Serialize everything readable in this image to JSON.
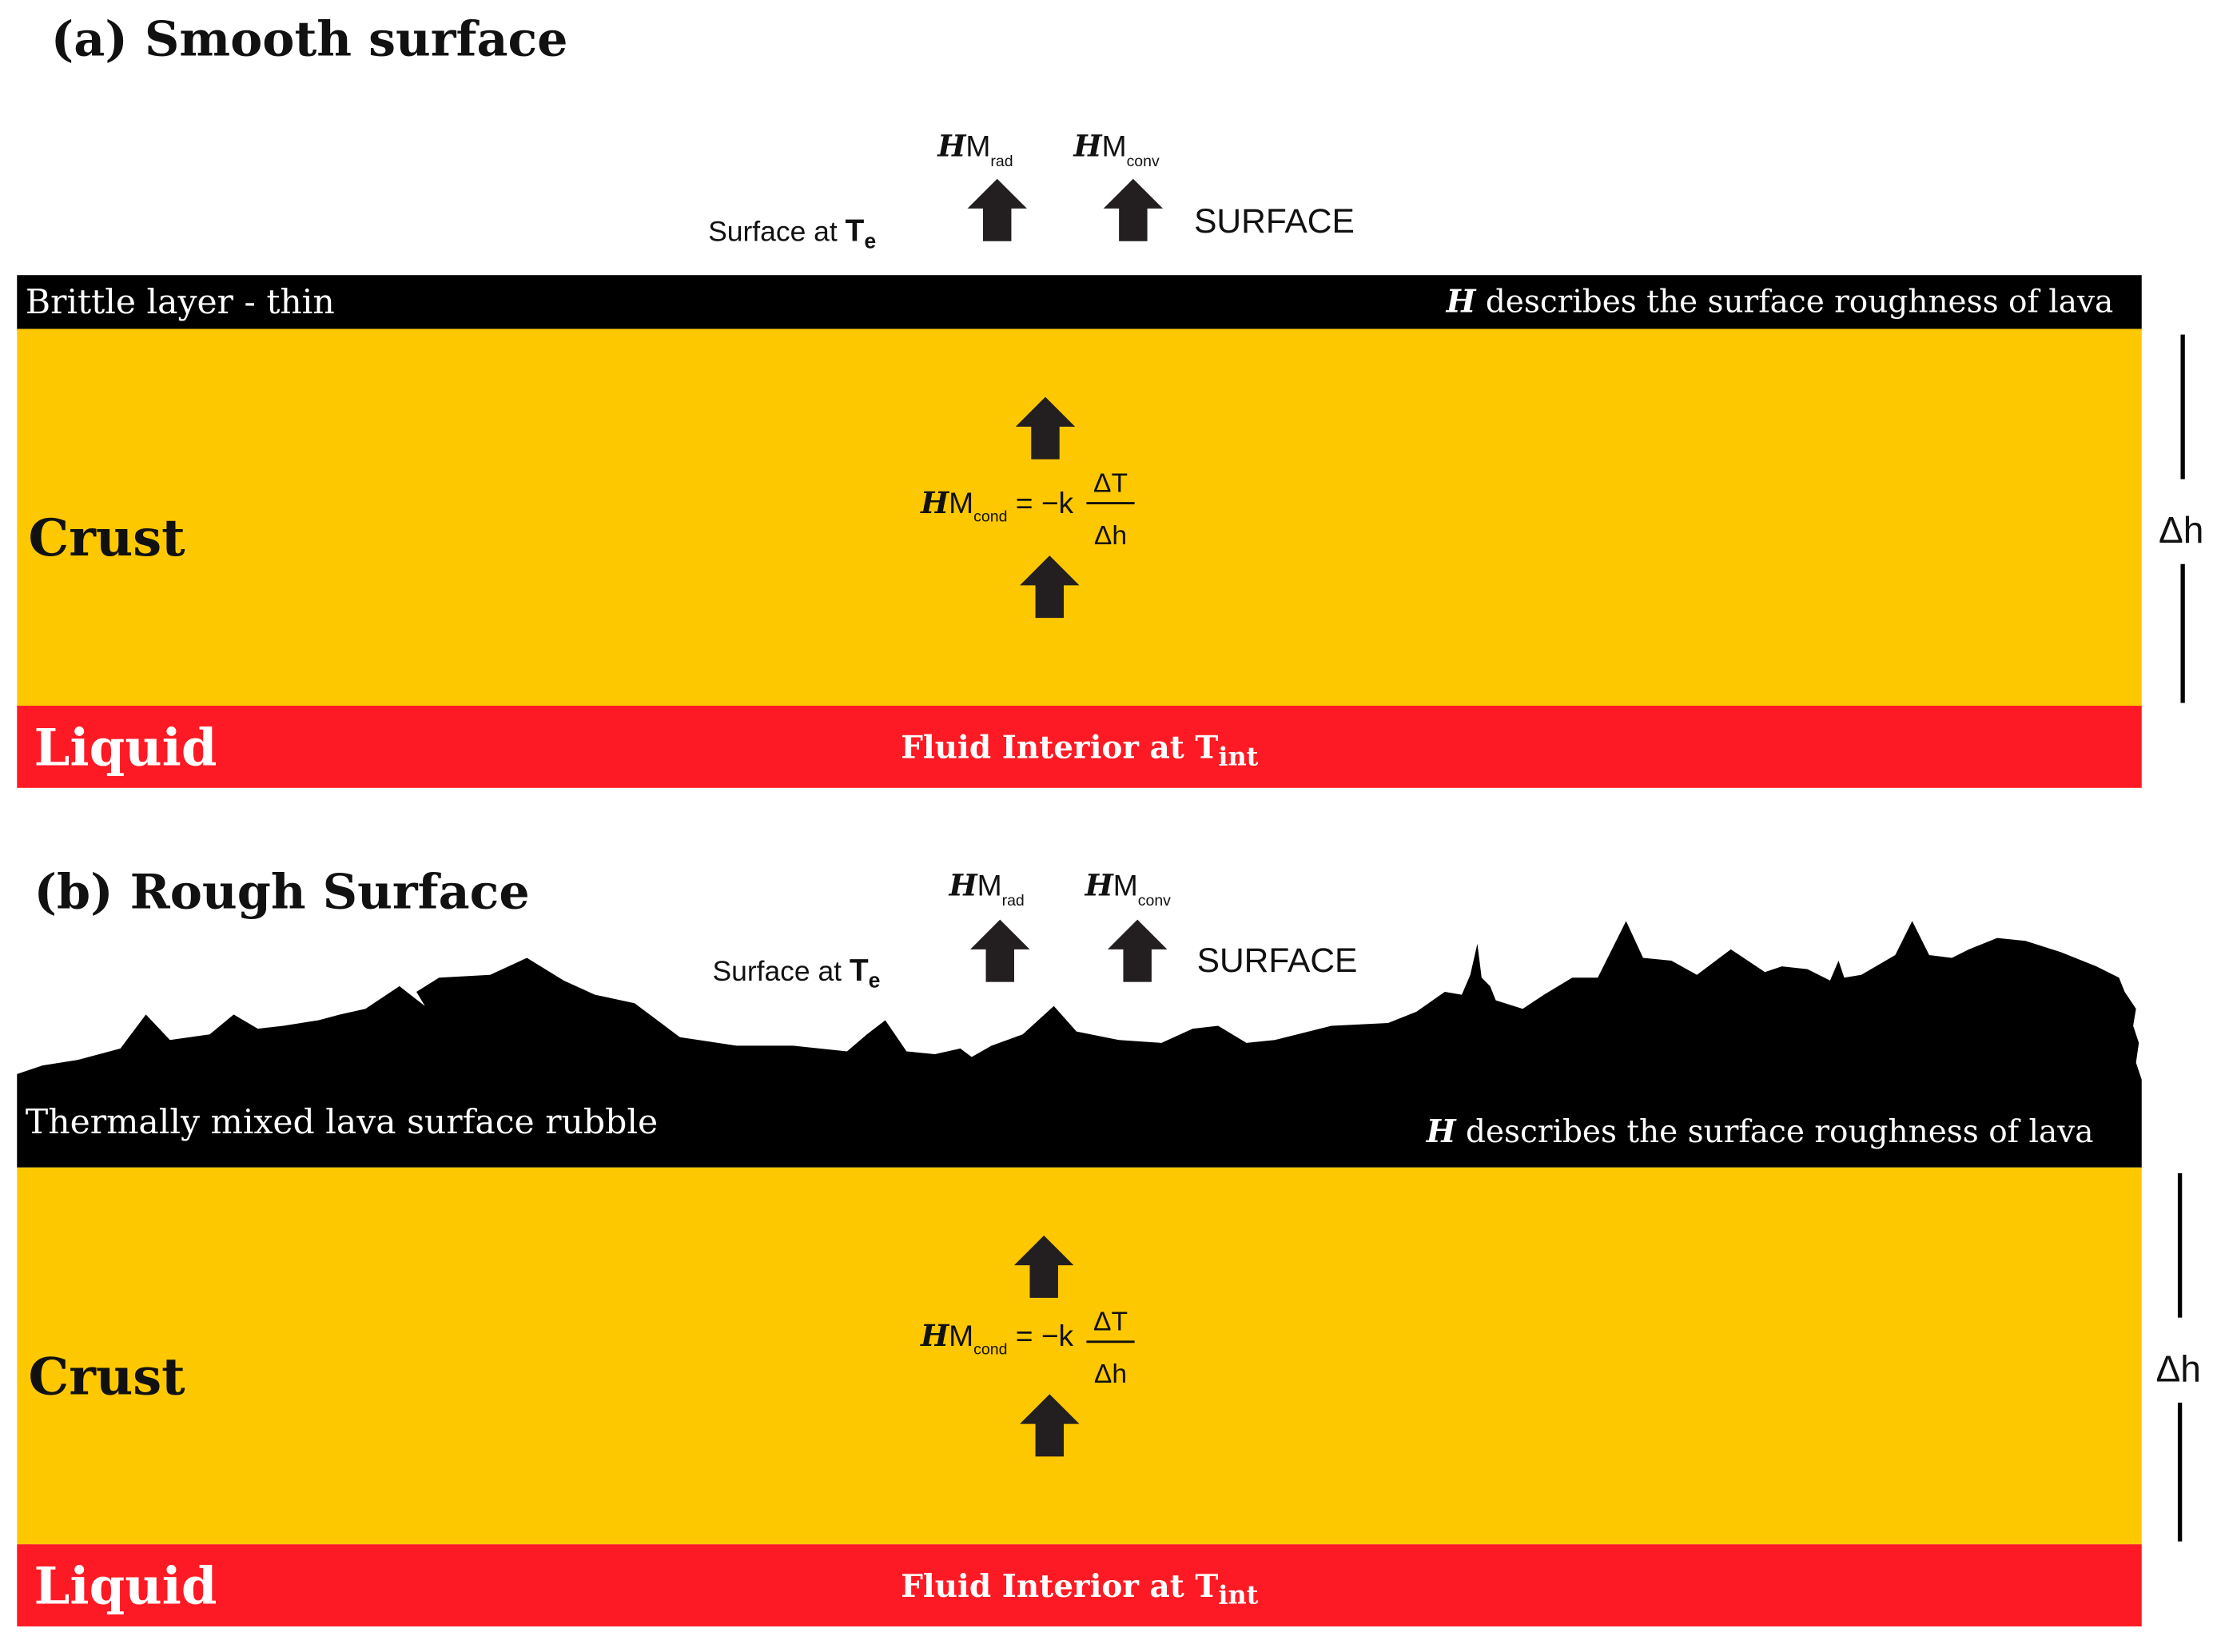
{
  "colors": {
    "crust": "#FEC800",
    "liquid": "#FE1A24",
    "brittle": "#000000",
    "arrow": "#231F20",
    "text_dark": "#111111",
    "text_light": "#FFFFFF"
  },
  "panel_a": {
    "title": "(a) Smooth surface",
    "surface_at": "Surface at ",
    "t_e_main": "T",
    "t_e_sub": "e",
    "flux_rad_h": "H",
    "flux_rad_m": "M",
    "flux_rad_sub": "rad",
    "flux_conv_h": "H",
    "flux_conv_m": "M",
    "flux_conv_sub": "conv",
    "surface_label": "SURFACE",
    "brittle_label": "Brittle layer - thin",
    "roughness_h": "H",
    "roughness_text": " describes the surface roughness of lava",
    "crust_label": "Crust",
    "eq_h": "H",
    "eq_m": "M",
    "eq_sub": "cond",
    "eq_rhs": " = −k",
    "eq_num": "ΔT",
    "eq_den": "Δh",
    "delta_h": "Δh",
    "liquid_label": "Liquid",
    "fluid_text": "Fluid Interior at T",
    "fluid_sub": "int"
  },
  "panel_b": {
    "title": "(b) Rough Surface",
    "surface_at": "Surface at ",
    "t_e_main": "T",
    "t_e_sub": "e",
    "flux_rad_h": "H",
    "flux_rad_m": "M",
    "flux_rad_sub": "rad",
    "flux_conv_h": "H",
    "flux_conv_m": "M",
    "flux_conv_sub": "conv",
    "surface_label": "SURFACE",
    "rubble_label": "Thermally mixed lava surface rubble",
    "roughness_h": "H",
    "roughness_text": " describes the surface roughness of lava",
    "crust_label": "Crust",
    "eq_h": "H",
    "eq_m": "M",
    "eq_sub": "cond",
    "eq_rhs": " = −k",
    "eq_num": "ΔT",
    "eq_den": "Δh",
    "delta_h": "Δh",
    "liquid_label": "Liquid",
    "fluid_text": "Fluid Interior at T",
    "fluid_sub": "int"
  },
  "icons": {
    "arrow": "up-arrow-icon"
  }
}
